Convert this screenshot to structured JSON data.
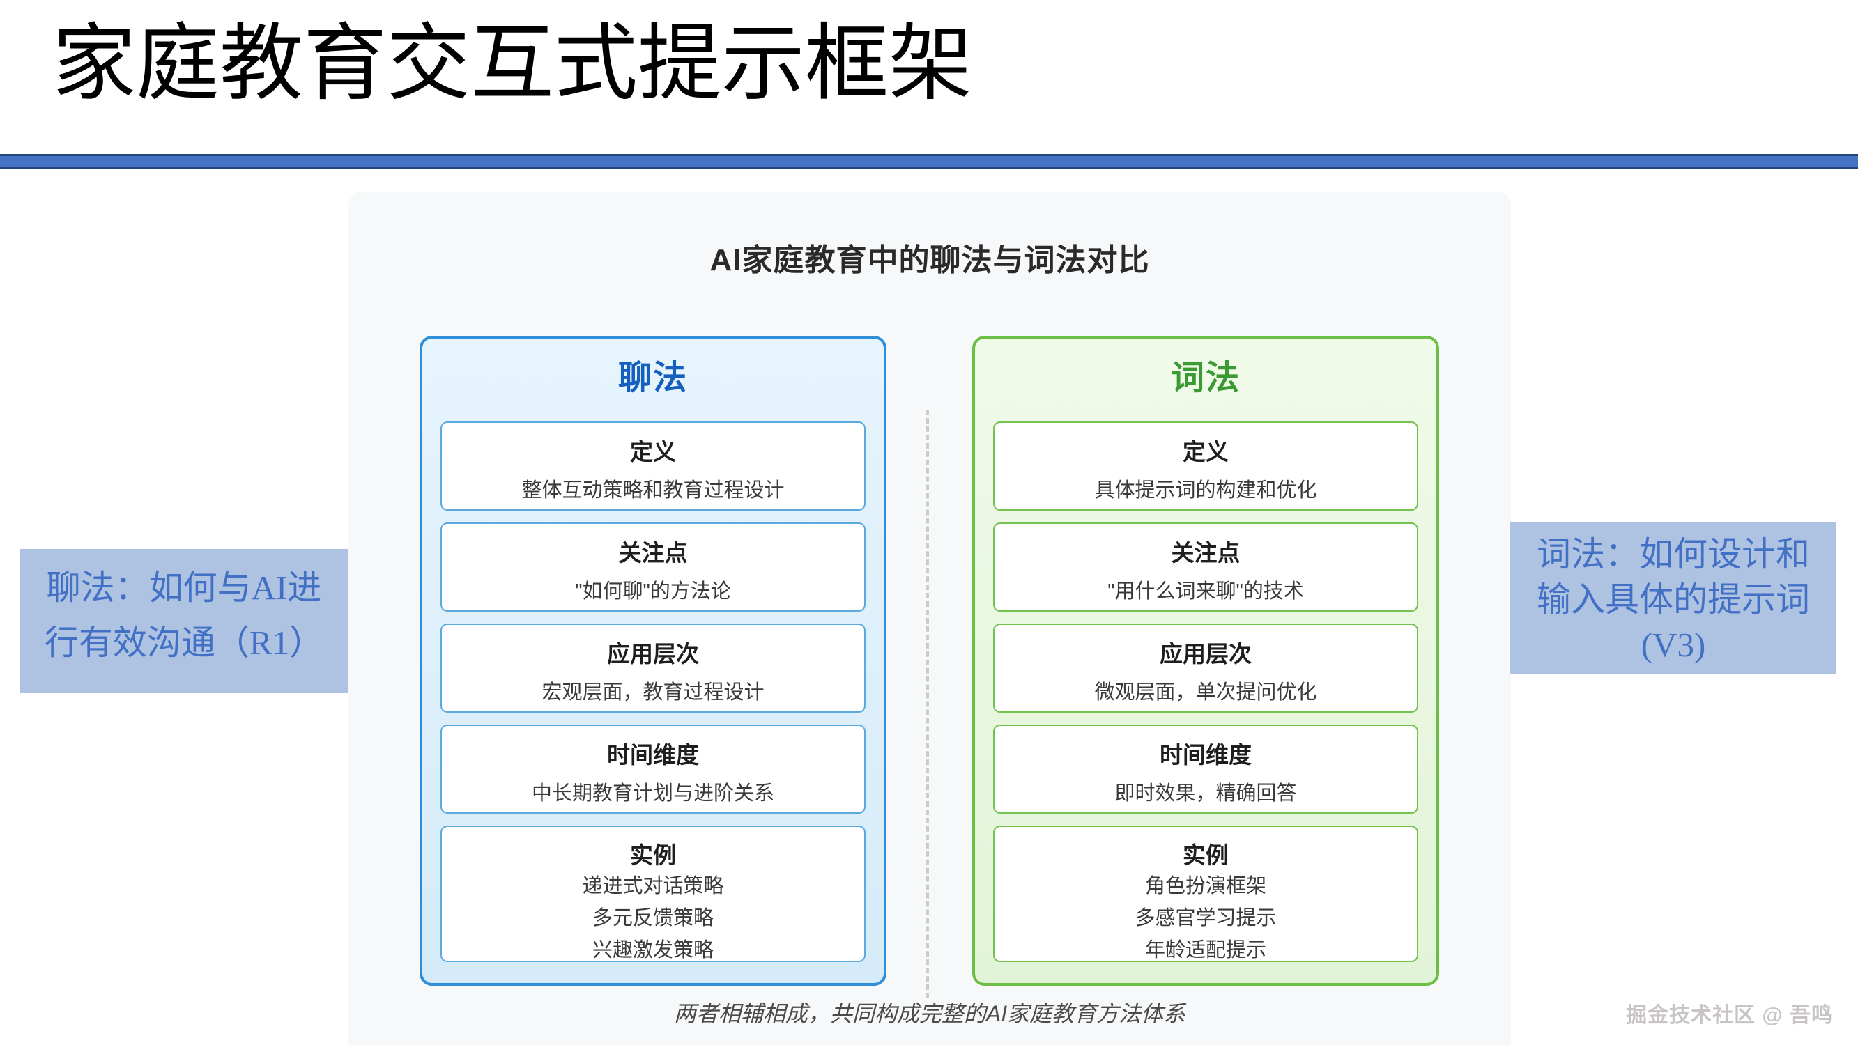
{
  "slide": {
    "title": "家庭教育交互式提示框架",
    "watermark": "掘金技术社区 @ 吾鸣"
  },
  "diagram": {
    "title": "AI家庭教育中的聊法与词法对比",
    "footer": "两者相辅相成，共同构成完整的AI家庭教育方法体系",
    "columns": [
      {
        "key": "chat",
        "header": "聊法",
        "cards": [
          {
            "title": "定义",
            "lines": [
              "整体互动策略和教育过程设计"
            ]
          },
          {
            "title": "关注点",
            "lines": [
              "\"如何聊\"的方法论"
            ]
          },
          {
            "title": "应用层次",
            "lines": [
              "宏观层面，教育过程设计"
            ]
          },
          {
            "title": "时间维度",
            "lines": [
              "中长期教育计划与进阶关系"
            ]
          },
          {
            "title": "实例",
            "lines": [
              "递进式对话策略",
              "多元反馈策略",
              "兴趣激发策略"
            ]
          }
        ]
      },
      {
        "key": "word",
        "header": "词法",
        "cards": [
          {
            "title": "定义",
            "lines": [
              "具体提示词的构建和优化"
            ]
          },
          {
            "title": "关注点",
            "lines": [
              "\"用什么词来聊\"的技术"
            ]
          },
          {
            "title": "应用层次",
            "lines": [
              "微观层面，单次提问优化"
            ]
          },
          {
            "title": "时间维度",
            "lines": [
              "即时效果，精确回答"
            ]
          },
          {
            "title": "实例",
            "lines": [
              "角色扮演框架",
              "多感官学习提示",
              "年龄适配提示"
            ]
          }
        ]
      }
    ]
  },
  "callouts": {
    "left": {
      "lines": [
        "聊法：如何与AI进",
        "行有效沟通（R1）"
      ]
    },
    "right": {
      "lines": [
        "词法：如何设计和",
        "输入具体的提示词",
        "(V3)"
      ]
    }
  },
  "colors": {
    "accent_bar": "#4472C4",
    "accent_bar_border": "#24467C",
    "panel_bg": "#F6F8FA",
    "chat_border": "#2E8FD8",
    "chat_header": "#155FBE",
    "chat_card_border": "#5BA9DD",
    "chat_fill_top": "#E6F4FD",
    "chat_fill_bottom": "#D5EBF9",
    "word_border": "#6CBE45",
    "word_header": "#3B9B32",
    "word_card_border": "#74C24F",
    "word_fill_top": "#F0FAE9",
    "word_fill_bottom": "#E2F4D7",
    "callout_bg": "#AEC2E2",
    "callout_text": "#4170C4",
    "divider_dash": "#CBCBCB",
    "card_title_text": "#1E1E1E",
    "card_body_text": "#3A3A3A",
    "footer_text": "#4A4A4A",
    "watermark_text": "#C8C4C4"
  }
}
